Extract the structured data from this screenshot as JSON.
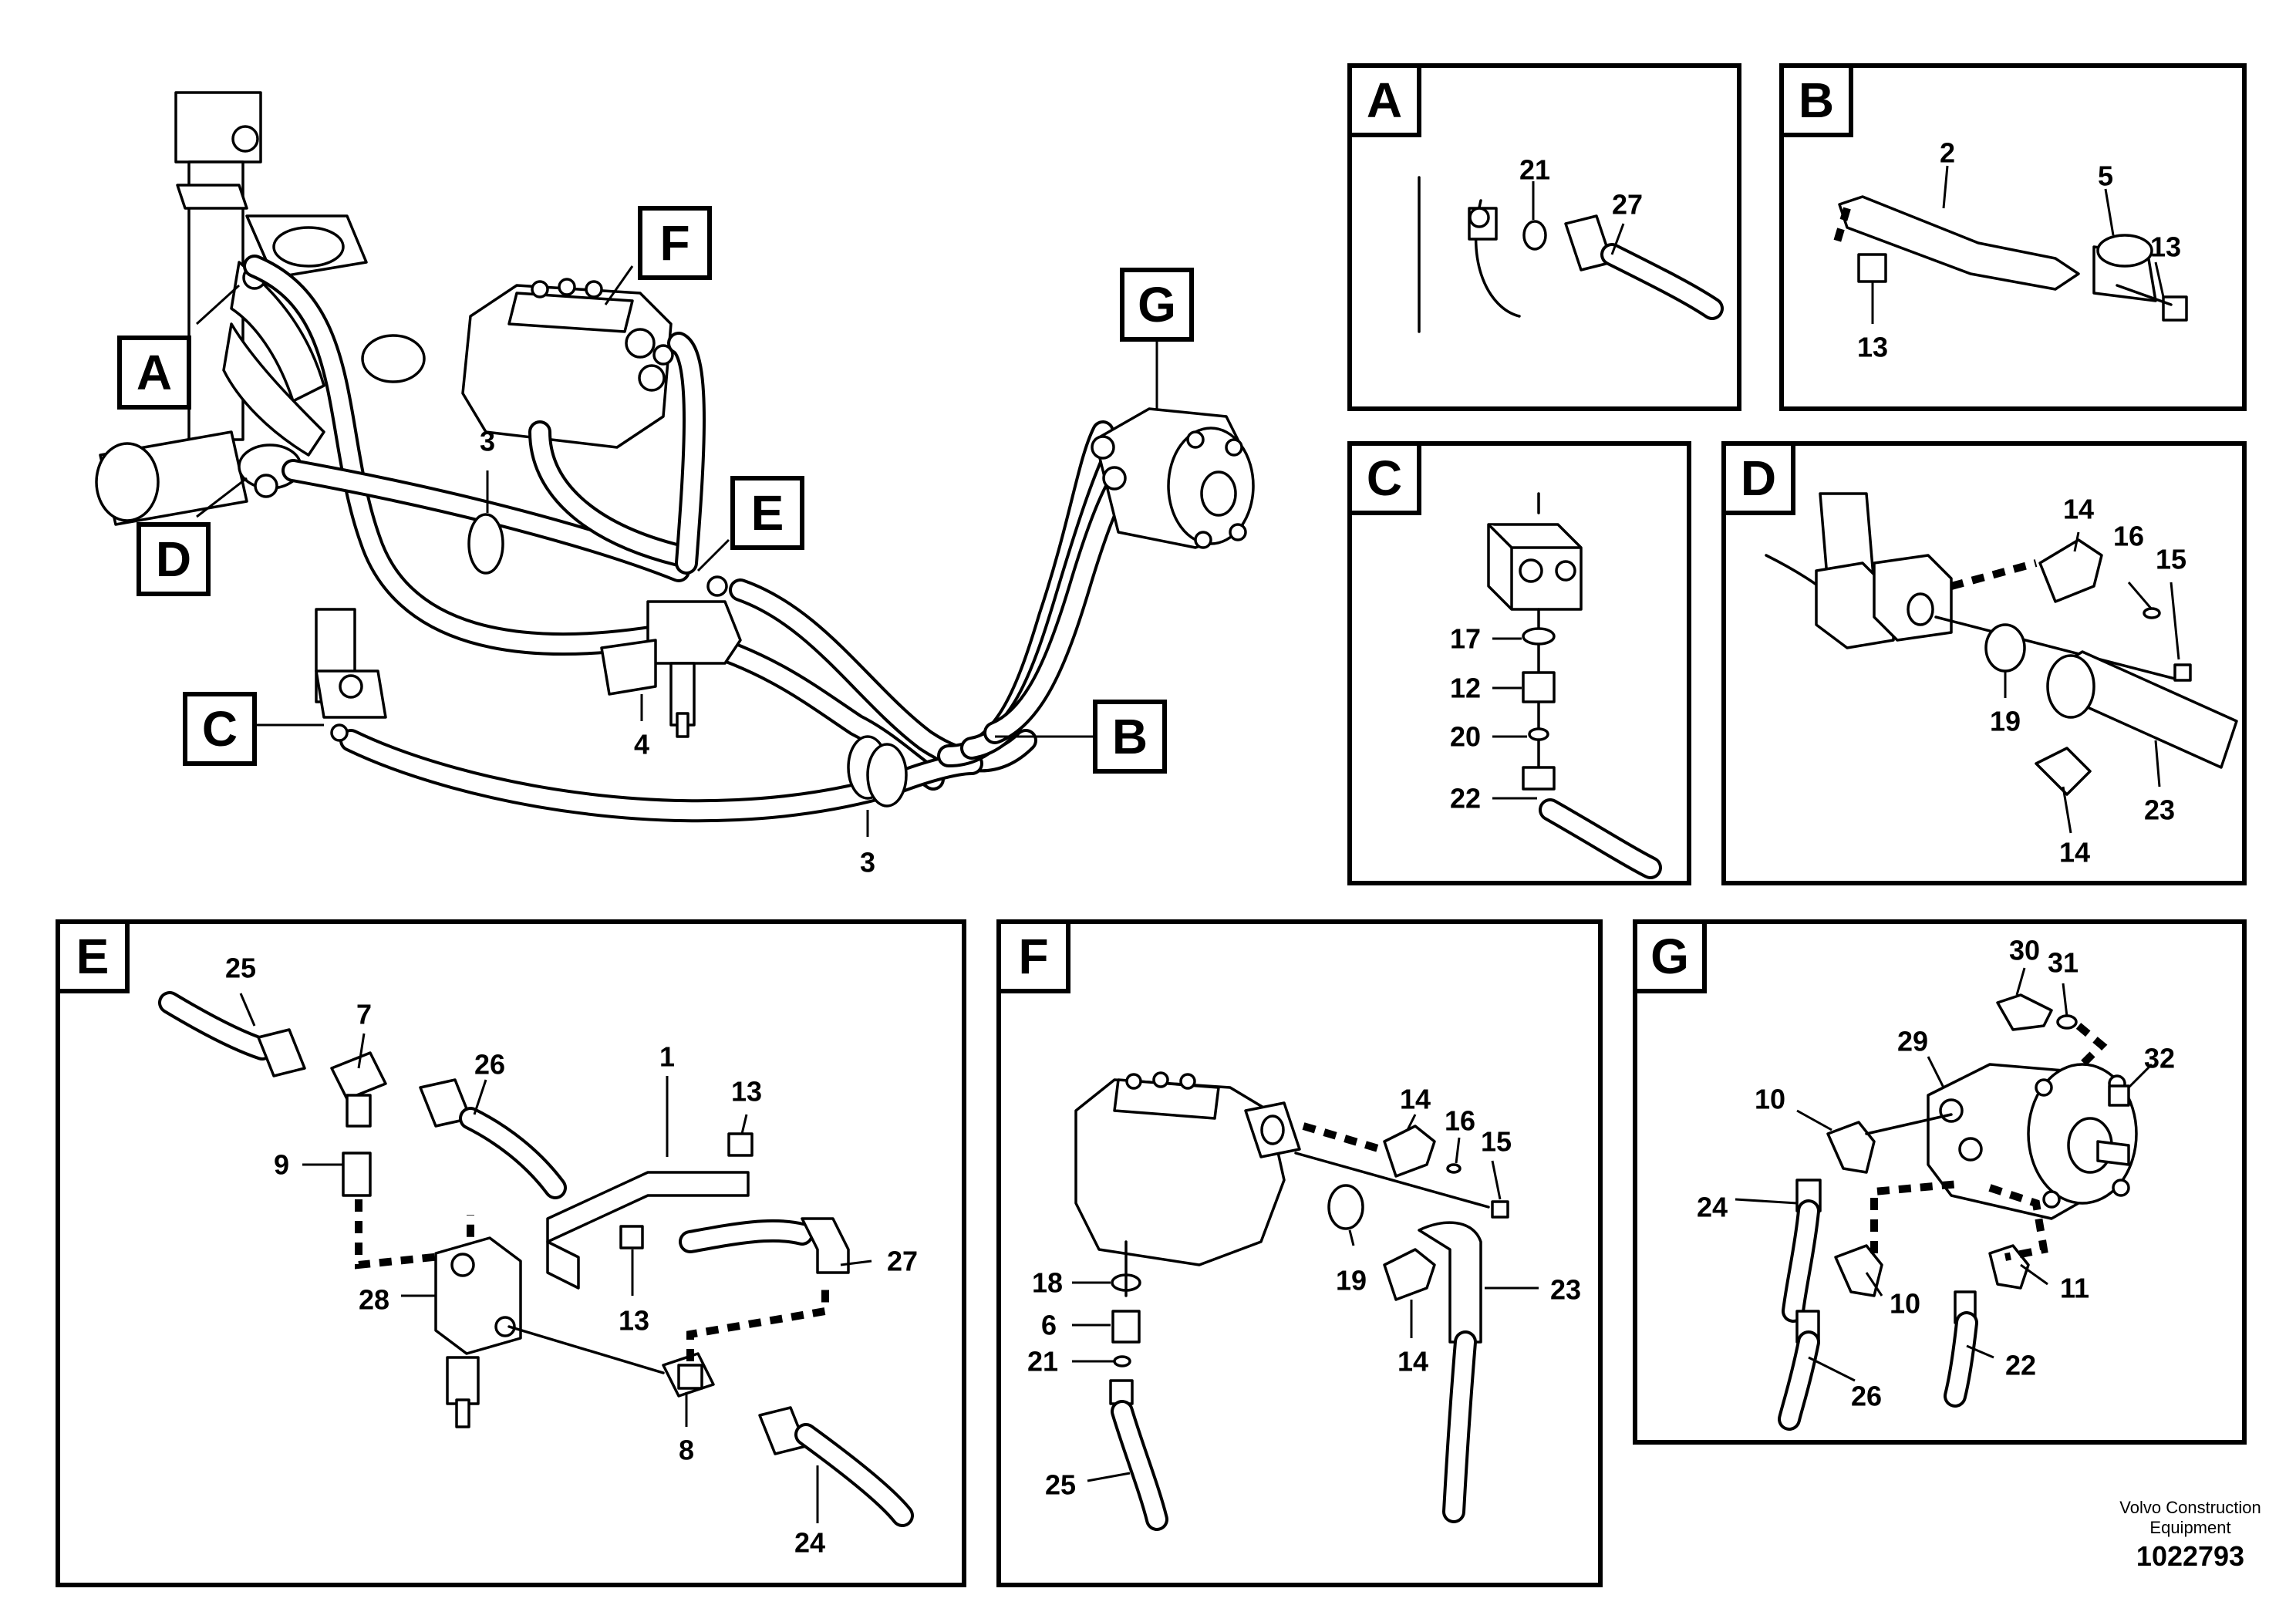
{
  "footer": {
    "brand_line1": "Volvo Construction",
    "brand_line2": "Equipment",
    "doc_number": "1022793"
  },
  "callouts": {
    "A": "A",
    "B": "B",
    "C": "C",
    "D": "D",
    "E": "E",
    "F": "F",
    "G": "G"
  },
  "detail_titles": {
    "A": "A",
    "B": "B",
    "C": "C",
    "D": "D",
    "E": "E",
    "F": "F",
    "G": "G"
  },
  "main_labels": {
    "l3a": "3",
    "l3b": "3",
    "l4": "4"
  },
  "detail_A": {
    "p21": "21",
    "p27": "27"
  },
  "detail_B": {
    "p2": "2",
    "p5": "5",
    "p13a": "13",
    "p13b": "13"
  },
  "detail_C": {
    "p17": "17",
    "p12": "12",
    "p20": "20",
    "p22": "22"
  },
  "detail_D": {
    "p14a": "14",
    "p16": "16",
    "p15": "15",
    "p19": "19",
    "p23": "23",
    "p14b": "14"
  },
  "detail_E": {
    "p25": "25",
    "p7": "7",
    "p26": "26",
    "p1": "1",
    "p13a": "13",
    "p9": "9",
    "p27": "27",
    "p28": "28",
    "p13b": "13",
    "p8": "8",
    "p24": "24"
  },
  "detail_F": {
    "p14a": "14",
    "p16": "16",
    "p15": "15",
    "p18": "18",
    "p19": "19",
    "p23": "23",
    "p6": "6",
    "p21": "21",
    "p14b": "14",
    "p25": "25"
  },
  "detail_G": {
    "p30": "30",
    "p31": "31",
    "p29": "29",
    "p32": "32",
    "p10a": "10",
    "p24": "24",
    "p10b": "10",
    "p11": "11",
    "p22": "22",
    "p26": "26"
  }
}
